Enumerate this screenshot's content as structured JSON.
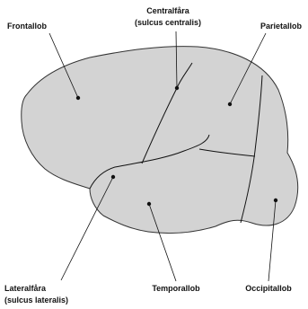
{
  "labels": {
    "frontal": "Frontallob",
    "central_line1": "Centralfåra",
    "central_line2": "(sulcus centralis)",
    "parietal": "Parietallob",
    "lateral_line1": "Lateralfåra",
    "lateral_line2": "(sulcus lateralis)",
    "temporal": "Temporallob",
    "occipital": "Occipitallob"
  },
  "colors": {
    "brain_fill": "#d3d3d3",
    "outline": "#333333",
    "ink": "#111111"
  }
}
